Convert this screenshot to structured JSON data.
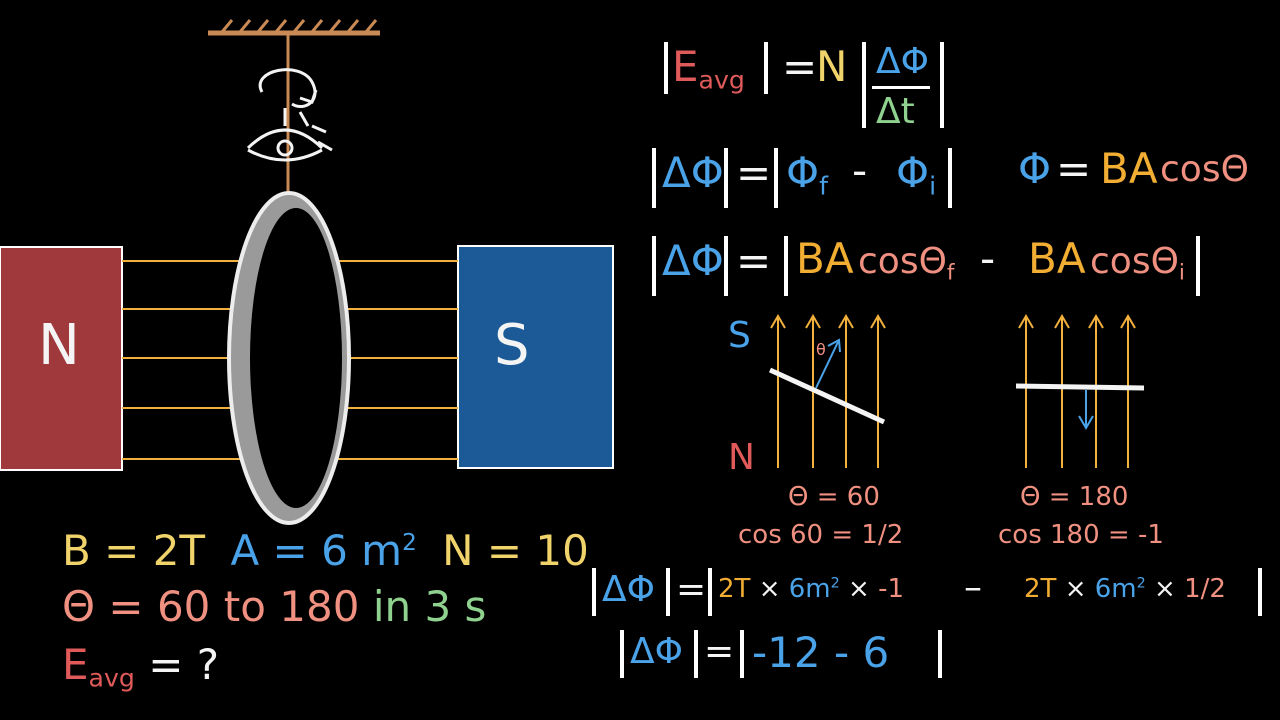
{
  "colors": {
    "background": "#000000",
    "magnet_north": "#a0393b",
    "magnet_south": "#1b5a96",
    "field_lines": "#f2b13c",
    "loop": "#d9d9d9",
    "epsilon": "#e05a5a",
    "phi": "#4aa3e8",
    "delta_t": "#8fd18f",
    "ba": "#f2ad33",
    "cos_theta": "#f09080",
    "text_white": "#f4f4f4"
  },
  "diagram": {
    "north_label": "N",
    "south_label": "S"
  },
  "given": {
    "b_value": "B = 2T",
    "a_value": "A = 6 m",
    "a_exp": "2",
    "n_value": "N = 10",
    "theta_range_1": "Θ = 60",
    "theta_range_2": "to 180",
    "time": "in 3 s",
    "emf_symbol": "Ε",
    "emf_sub": "avg",
    "emf_question": "= ?"
  },
  "equations": {
    "faraday_eps": "Ε",
    "faraday_eps_sub": "avg",
    "faraday_eq": "=",
    "faraday_n": "N",
    "faraday_num": "ΔΦ",
    "faraday_den": "Δt",
    "delta_phi_lhs": "ΔΦ",
    "delta_phi_eq": "=",
    "phi_f": "Φ",
    "phi_f_sub": "f",
    "minus": "-",
    "phi_i": "Φ",
    "phi_i_sub": "i",
    "phi_def_lhs": "Φ",
    "phi_def_eq": "=",
    "phi_def_ba": "BA",
    "phi_def_cos": "cosΘ",
    "expanded_lhs": "ΔΦ",
    "expanded_eq": "=",
    "expanded_ba_f": "BA",
    "expanded_cos_f": "cosΘ",
    "expanded_cos_f_sub": "f",
    "expanded_minus": "-",
    "expanded_ba_i": "BA",
    "expanded_cos_i": "cosΘ",
    "expanded_cos_i_sub": "i"
  },
  "orientation": {
    "left_s": "S",
    "left_n": "N",
    "left_small_theta": "θ",
    "left_theta": "Θ = 60",
    "left_cos": "cos 60 = 1/2",
    "right_theta": "Θ = 180",
    "right_cos": "cos 180 = -1"
  },
  "calc": {
    "lhs": "ΔΦ",
    "eq": "=",
    "term1_b": "2T",
    "term1_x1": "×",
    "term1_a": "6m",
    "term1_a_exp": "2",
    "term1_x2": "×",
    "term1_cos": "-1",
    "minus": "–",
    "term2_b": "2T",
    "term2_x1": "×",
    "term2_a": "6m",
    "term2_a_exp": "2",
    "term2_x2": "×",
    "term2_cos": "1/2",
    "result_lhs": "ΔΦ",
    "result_eq": "=",
    "result_expr": "-12 - 6"
  }
}
